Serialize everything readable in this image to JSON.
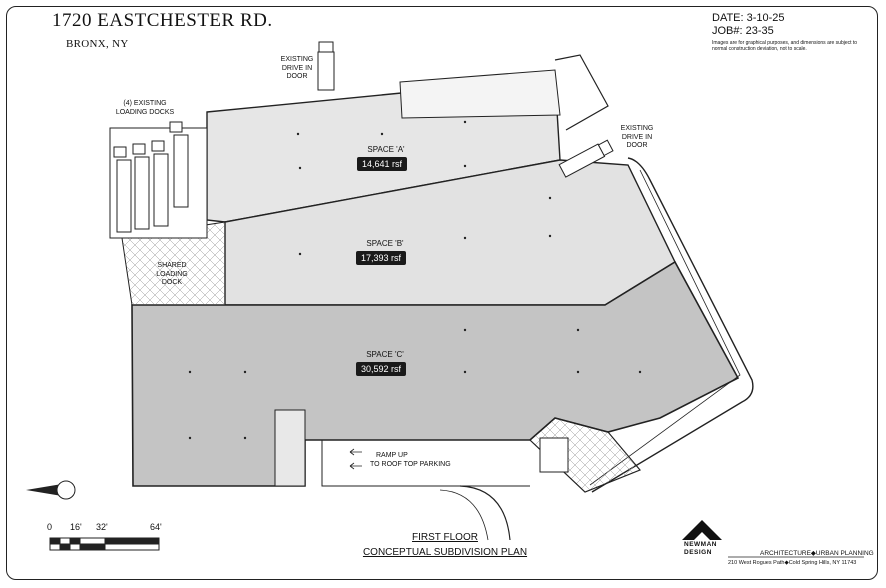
{
  "header": {
    "address": "1720 EASTCHESTER RD.",
    "city": "BRONX, NY",
    "date": "DATE:  3-10-25",
    "job": "JOB#:  23-35",
    "disclaimer": "Images are for graphical purposes, and dimensions are subject to normal construction deviation, not to scale."
  },
  "spaces": [
    {
      "name": "SPACE 'A'",
      "area": "14,641 rsf"
    },
    {
      "name": "SPACE 'B'",
      "area": "17,393 rsf"
    },
    {
      "name": "SPACE 'C'",
      "area": "30,592 rsf"
    }
  ],
  "notes": {
    "drive_in_1": [
      "EXISTING",
      "DRIVE IN",
      "DOOR"
    ],
    "drive_in_2": [
      "EXISTING",
      "DRIVE IN",
      "DOOR"
    ],
    "loading_docks": [
      "(4) EXISTING",
      "LOADING DOCKS"
    ],
    "shared_loading": [
      "SHARED",
      "LOADING",
      "DOCK"
    ],
    "ramp": [
      "RAMP UP",
      "TO ROOF TOP PARKING"
    ]
  },
  "scale": {
    "labels": [
      "0",
      "16'",
      "32'",
      "64'"
    ]
  },
  "plan_title": {
    "line1": "FIRST FLOOR",
    "line2": "CONCEPTUAL SUBDIVISION PLAN"
  },
  "firm": {
    "name1": "NEWMAN",
    "name2": "DESIGN",
    "tagline": "ARCHITECTURE◆URBAN PLANNING",
    "address": "210 West Rogues Path◆Cold Spring Hills,  NY 11743"
  },
  "colors": {
    "space_a": "#e6e6e6",
    "space_b": "#e2e2e2",
    "space_c": "#c4c4c4",
    "line": "#222222"
  }
}
